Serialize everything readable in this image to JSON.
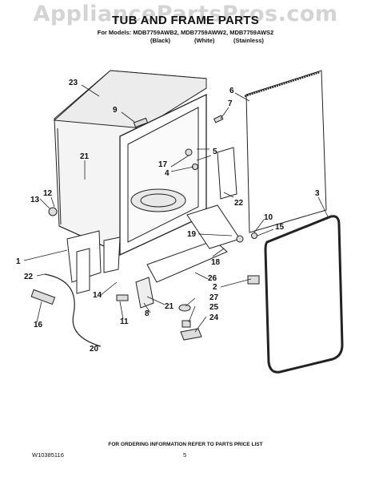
{
  "watermark": "AppliancePartsPros.com",
  "title": "TUB AND FRAME PARTS",
  "models_line": "For Models: MDB7759AWB2, MDB7759AWW2, MDB7759AWS2",
  "color_labels": [
    "(Black)",
    "(White)",
    "(Stainless)"
  ],
  "footer_note": "FOR ORDERING INFORMATION REFER TO PARTS PRICE LIST",
  "document_number": "W10385116",
  "page_number": "5",
  "callouts": [
    "23",
    "9",
    "6",
    "7",
    "21",
    "5",
    "17",
    "4",
    "13",
    "12",
    "22",
    "3",
    "10",
    "15",
    "19",
    "1",
    "18",
    "22",
    "26",
    "2",
    "21",
    "27",
    "14",
    "8",
    "25",
    "16",
    "11",
    "24",
    "20"
  ]
}
